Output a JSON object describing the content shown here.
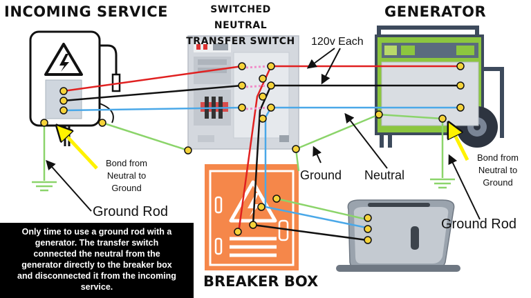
{
  "titles": {
    "incoming_service": "INCOMING SERVICE",
    "transfer_switch_line1": "SWITCHED NEUTRAL",
    "transfer_switch_line2": "TRANSFER SWITCH",
    "generator": "GENERATOR",
    "breaker_box": "BREAKER BOX"
  },
  "labels": {
    "voltage": "120v Each",
    "bond_left": [
      "Bond from",
      "Neutral to",
      "Ground"
    ],
    "bond_right": [
      "Bond from",
      "Neutral to",
      "Ground"
    ],
    "ground": "Ground",
    "neutral": "Neutral",
    "ground_rod_left": "Ground Rod",
    "ground_rod_right": "Ground Rod"
  },
  "note": {
    "lines": [
      "Only time to use a ground rod with a",
      "generator.  The transfer switch",
      "connected the neutral from the",
      "generator directly to the breaker box",
      "and disconnected it from the incoming",
      "service."
    ]
  },
  "colors": {
    "hot_red": "#e02020",
    "hot_black": "#111111",
    "neutral_blue": "#4aa8e8",
    "ground_green": "#8bd46a",
    "terminal_yellow": "#f5d33a",
    "breaker_orange": "#f5874a",
    "panel_gray": "#d4d8de",
    "generator_green": "#8cc63f",
    "arrow_yellow": "#fff200"
  },
  "icons": {
    "incoming_service": "high-voltage-icon",
    "breaker_box": "high-voltage-icon",
    "generator": "portable-generator-icon",
    "appliance": "toaster-icon",
    "ground": "ground-symbol-icon"
  }
}
